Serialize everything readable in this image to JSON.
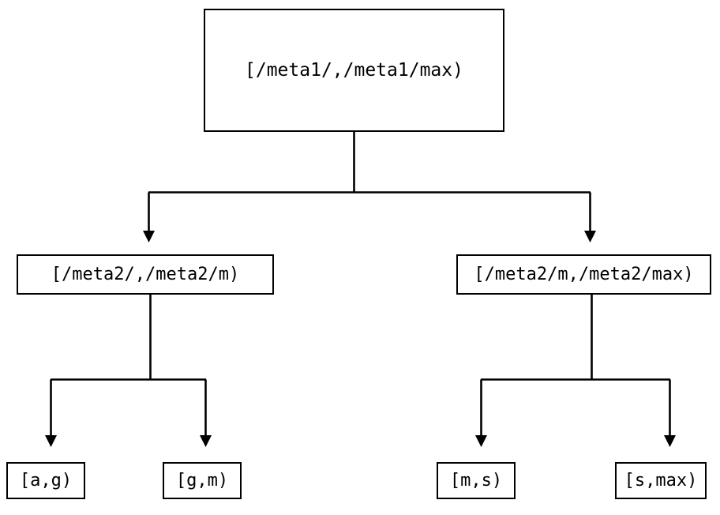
{
  "diagram": {
    "type": "tree",
    "orientation": "top-down",
    "background_color": "#ffffff",
    "line_color": "#000000",
    "text_color": "#000000",
    "nodes": {
      "root": {
        "label": "[/meta1/,/meta1/max)"
      },
      "level2": [
        {
          "label": "[/meta2/,/meta2/m)"
        },
        {
          "label": "[/meta2/m,/meta2/max)"
        }
      ],
      "leaves": [
        {
          "label": "[a,g)"
        },
        {
          "label": "[g,m)"
        },
        {
          "label": "[m,s)"
        },
        {
          "label": "[s,max)"
        }
      ]
    },
    "edges": [
      {
        "from": "root",
        "to": "[/meta2/,/meta2/m)",
        "arrow": "arrowhead-down-icon"
      },
      {
        "from": "root",
        "to": "[/meta2/m,/meta2/max)",
        "arrow": "arrowhead-down-icon"
      },
      {
        "from": "[/meta2/,/meta2/m)",
        "to": "[a,g)",
        "arrow": "arrowhead-down-icon"
      },
      {
        "from": "[/meta2/,/meta2/m)",
        "to": "[g,m)",
        "arrow": "arrowhead-down-icon"
      },
      {
        "from": "[/meta2/m,/meta2/max)",
        "to": "[m,s)",
        "arrow": "arrowhead-down-icon"
      },
      {
        "from": "[/meta2/m,/meta2/max)",
        "to": "[s,max)",
        "arrow": "arrowhead-down-icon"
      }
    ]
  }
}
